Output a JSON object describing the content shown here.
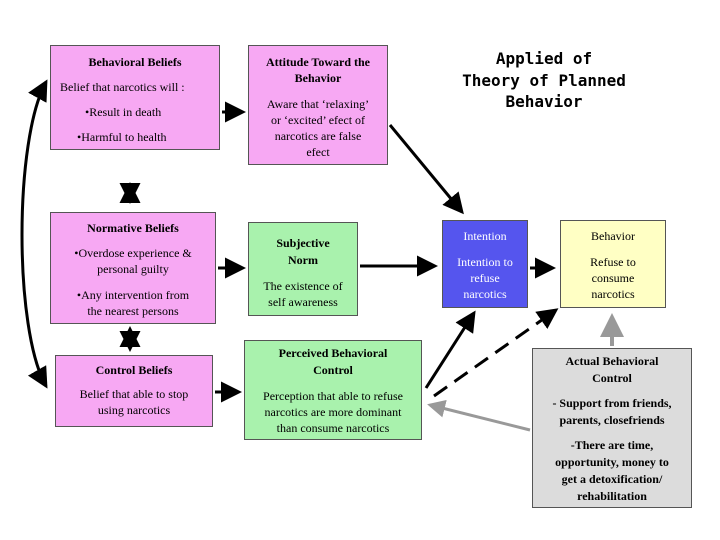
{
  "title": {
    "line1": "Applied of",
    "line2": "Theory of Planned Behavior"
  },
  "behavioral_beliefs": {
    "heading": "Behavioral Beliefs",
    "intro": "Belief that narcotics will :",
    "item1": "•Result in death",
    "item2": "•Harmful to health"
  },
  "attitude": {
    "heading_line1": "Attitude Toward the",
    "heading_line2": "Behavior",
    "body_line1": "Aware that ‘relaxing’",
    "body_line2": "or ‘excited’ efect of",
    "body_line3": "narcotics are false",
    "body_line4": "efect"
  },
  "normative_beliefs": {
    "heading": "Normative Beliefs",
    "item1_line1": "•Overdose experience &",
    "item1_line2": "personal guilty",
    "item2_line1": "•Any intervention from",
    "item2_line2": "the nearest persons"
  },
  "subjective_norm": {
    "heading_line1": "Subjective",
    "heading_line2": "Norm",
    "body_line1": "The existence of",
    "body_line2": "self awareness"
  },
  "control_beliefs": {
    "heading": "Control Beliefs",
    "body_line1": "Belief that able to stop",
    "body_line2": "using narcotics"
  },
  "perceived_control": {
    "heading_line1": "Perceived Behavioral",
    "heading_line2": "Control",
    "body_line1": "Perception that able to refuse",
    "body_line2": "narcotics are more dominant",
    "body_line3": "than consume narcotics"
  },
  "intention": {
    "heading": "Intention",
    "body_line1": "Intention to",
    "body_line2": "refuse",
    "body_line3": "narcotics"
  },
  "behavior": {
    "heading": "Behavior",
    "body_line1": "Refuse to",
    "body_line2": "consume",
    "body_line3": "narcotics"
  },
  "actual_control": {
    "heading_line1": "Actual Behavioral",
    "heading_line2": "Control",
    "item1_line1": "- Support from friends,",
    "item1_line2": "parents, closefriends",
    "item2_line1": "-There are time,",
    "item2_line2": "opportunity, money to",
    "item2_line3": "get a detoxification/",
    "item2_line4": "rehabilitation"
  },
  "colors": {
    "beliefs_box": "#f7a8f3",
    "construct_box": "#a9f2ad",
    "intention_box": "#5555ee",
    "behavior_box": "#ffffc4",
    "actual_control_box": "#dcdcdc",
    "arrow": "#000000",
    "actual_control_arrow": "#999999"
  }
}
